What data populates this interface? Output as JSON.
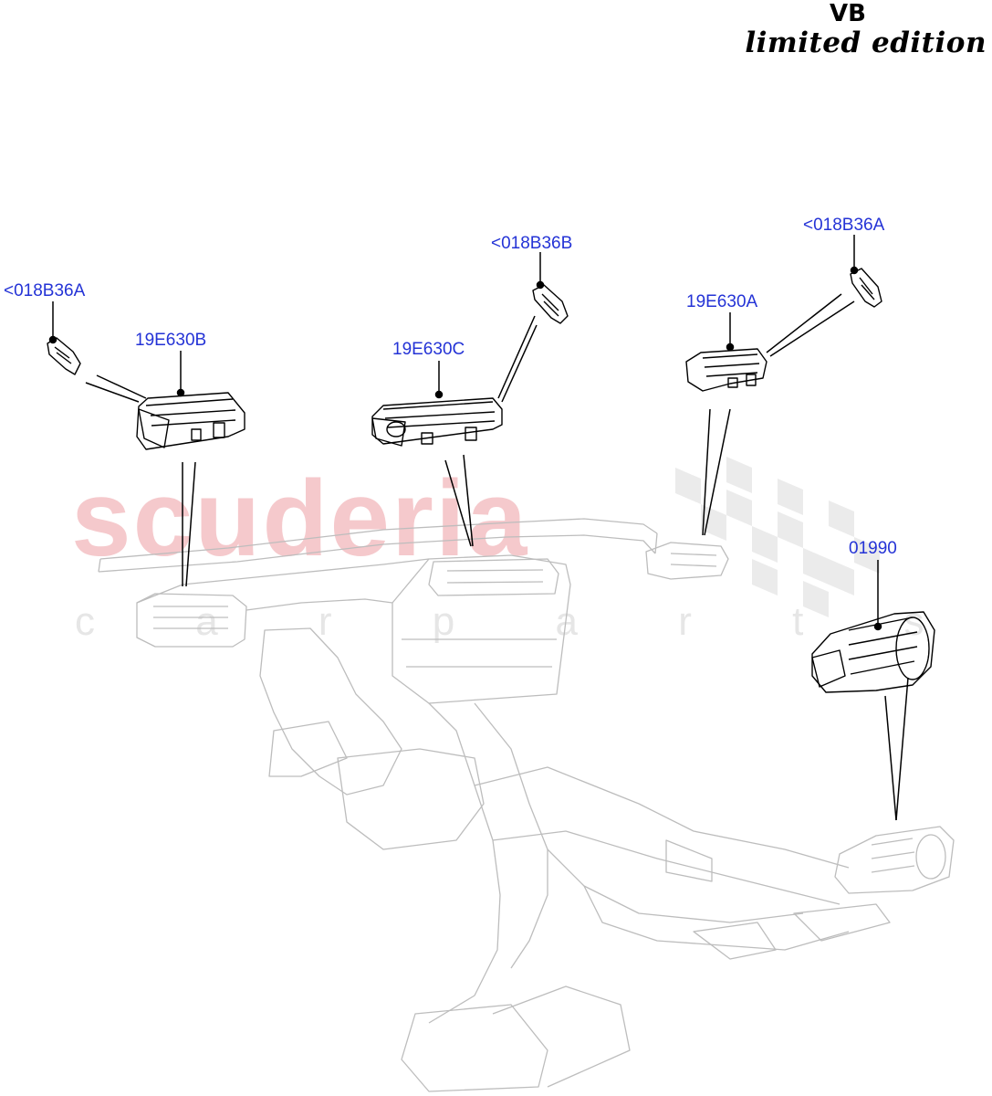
{
  "header": {
    "code": "VB",
    "edition": "limited edition"
  },
  "watermark": {
    "brand": "scuderia",
    "tagline": "c a r p a r t s",
    "brand_color": "#f5c9cc"
  },
  "callouts": [
    {
      "id": "clip-left",
      "label": "<018B36A"
    },
    {
      "id": "vent-left",
      "label": "19E630B"
    },
    {
      "id": "vent-center",
      "label": "19E630C"
    },
    {
      "id": "clip-center",
      "label": "<018B36B"
    },
    {
      "id": "vent-right",
      "label": "19E630A"
    },
    {
      "id": "clip-right",
      "label": "<018B36A"
    },
    {
      "id": "rear-vent",
      "label": "01990"
    }
  ],
  "colors": {
    "callout_text": "#2433d6",
    "part_outline": "#000000",
    "background_outline": "#c8c8c8"
  }
}
